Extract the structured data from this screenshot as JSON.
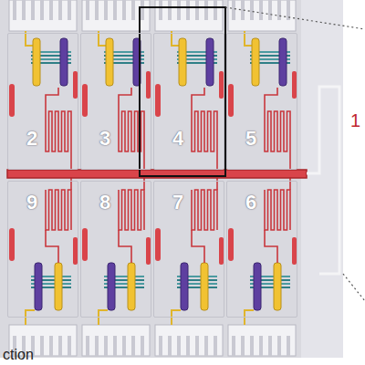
{
  "diagram": {
    "nodes": [
      {
        "text": [
          "2"
        ]
      },
      {
        "text": [
          "3"
        ]
      },
      {
        "text": [
          "4"
        ]
      },
      {
        "text": [
          "5"
        ]
      },
      {
        "text": [
          "9"
        ]
      },
      {
        "text": [
          "8"
        ]
      },
      {
        "text": [
          "7"
        ]
      },
      {
        "text": [
          "6"
        ]
      }
    ],
    "labels": [
      "1",
      "ction"
    ]
  }
}
